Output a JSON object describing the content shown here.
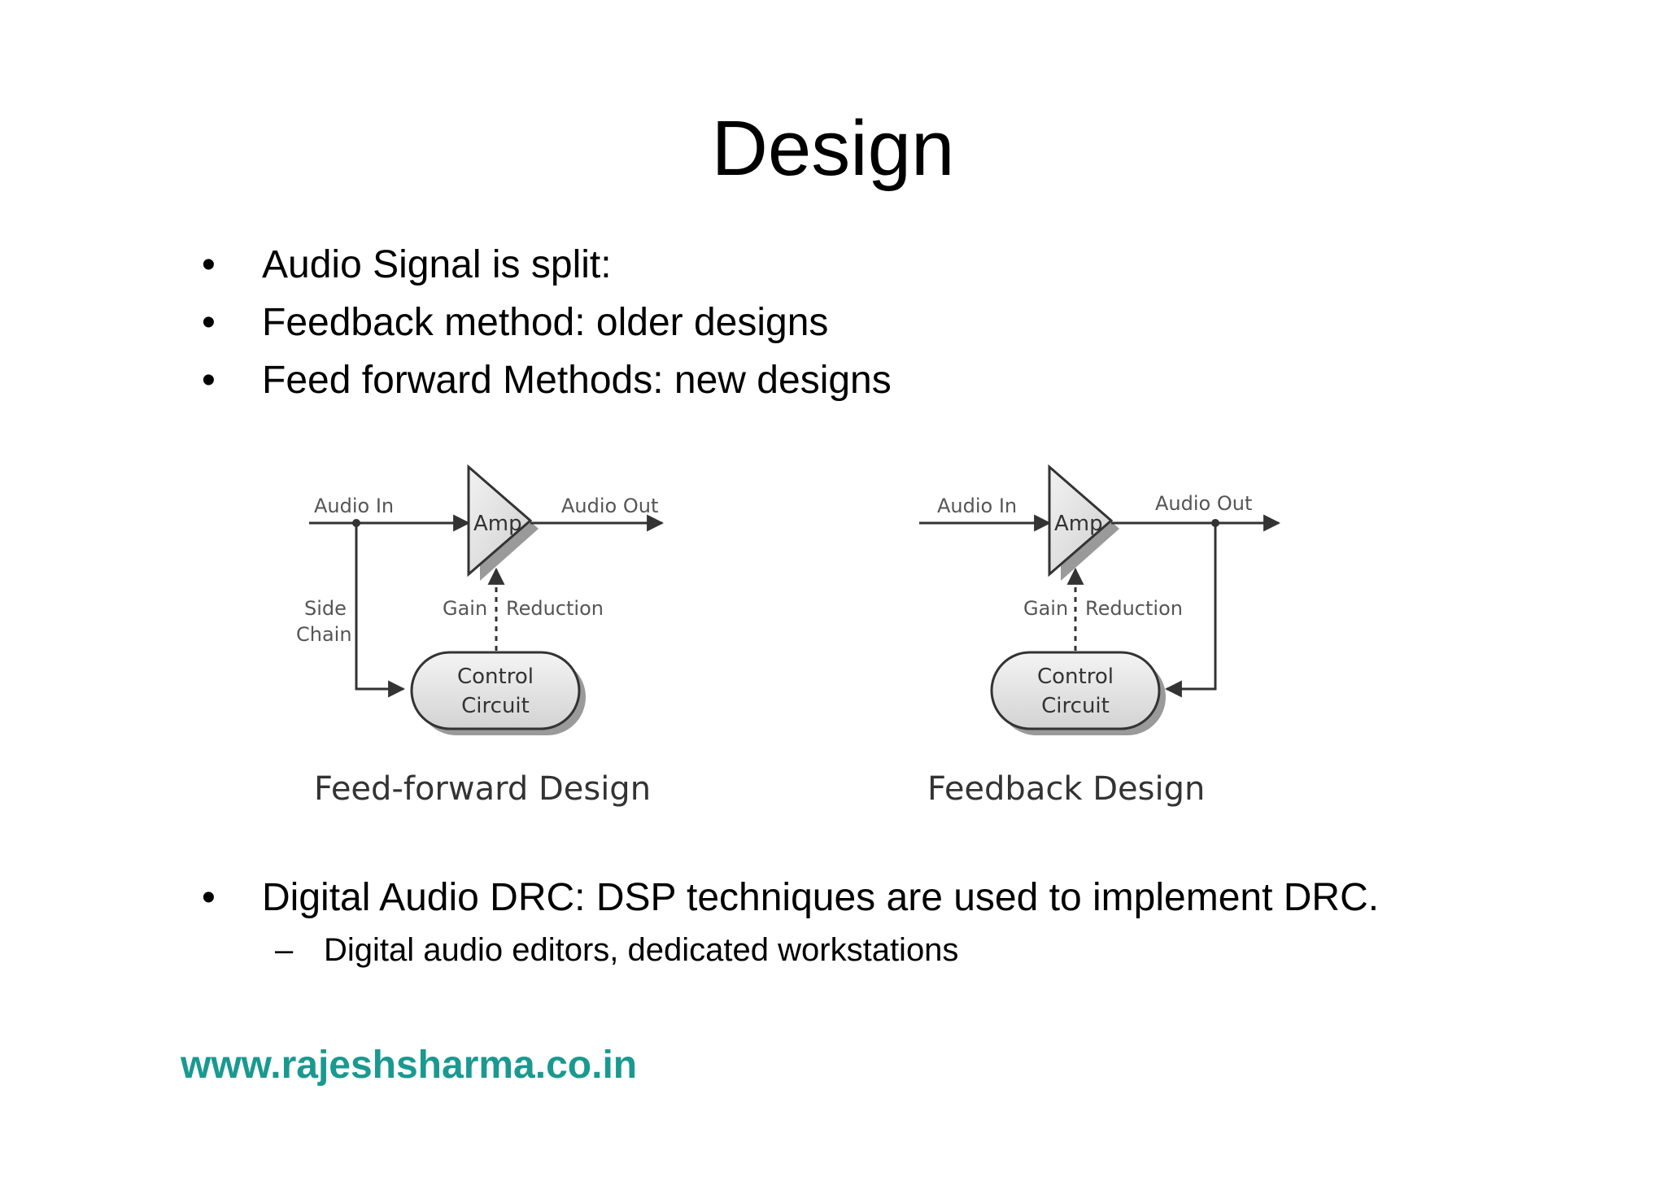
{
  "slide": {
    "title": "Design",
    "bullets": [
      {
        "marker": "•",
        "text": "Audio Signal is split:"
      },
      {
        "marker": "•",
        "text": "Feedback method: older designs"
      },
      {
        "marker": "•",
        "text": "Feed forward Methods: new designs"
      }
    ],
    "bullet_after_diagram": {
      "marker": "•",
      "text": "Digital Audio DRC: DSP techniques are used to implement DRC."
    },
    "sub_item": {
      "marker": "–",
      "text": "Digital audio editors, dedicated workstations"
    },
    "footer_link": "www.rajeshsharma.co.in"
  },
  "diagrams": {
    "feed_forward": {
      "audio_in": "Audio In",
      "amp": "Amp",
      "audio_out": "Audio Out",
      "side": "Side",
      "chain": "Chain",
      "gain": "Gain",
      "reduction": "Reduction",
      "control": "Control",
      "circuit": "Circuit",
      "caption": "Feed-forward Design"
    },
    "feedback": {
      "audio_in": "Audio In",
      "amp": "Amp",
      "audio_out": "Audio Out",
      "gain": "Gain",
      "reduction": "Reduction",
      "control": "Control",
      "circuit": "Circuit",
      "caption": "Feedback Design"
    }
  },
  "colors": {
    "background": "#ffffff",
    "text": "#000000",
    "footer_link": "#1a9990",
    "diagram_line": "#333333",
    "diagram_fill": "#e6e6e6"
  }
}
